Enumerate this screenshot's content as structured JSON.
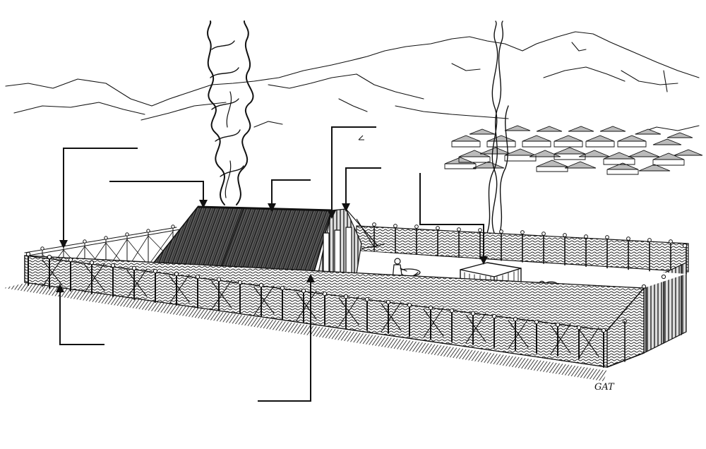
{
  "diagram": {
    "signature": "GAT",
    "label_blanks": [
      {
        "name": "outer-court-fence"
      },
      {
        "name": "tabernacle-roof-covering-left"
      },
      {
        "name": "tabernacle-roof-covering-middle"
      },
      {
        "name": "holy-of-holies"
      },
      {
        "name": "tabernacle-entrance-pillars"
      },
      {
        "name": "brazen-altar"
      },
      {
        "name": "court-hangings"
      },
      {
        "name": "tent-door"
      }
    ],
    "icons": [
      "pillar-of-smoke-icon",
      "smoke-column-icon",
      "tent-camp-icon",
      "laver-icon",
      "altar-icon",
      "priest-icon",
      "ox-icon"
    ],
    "colors": {
      "ink": "#111111",
      "paper": "#ffffff"
    }
  }
}
